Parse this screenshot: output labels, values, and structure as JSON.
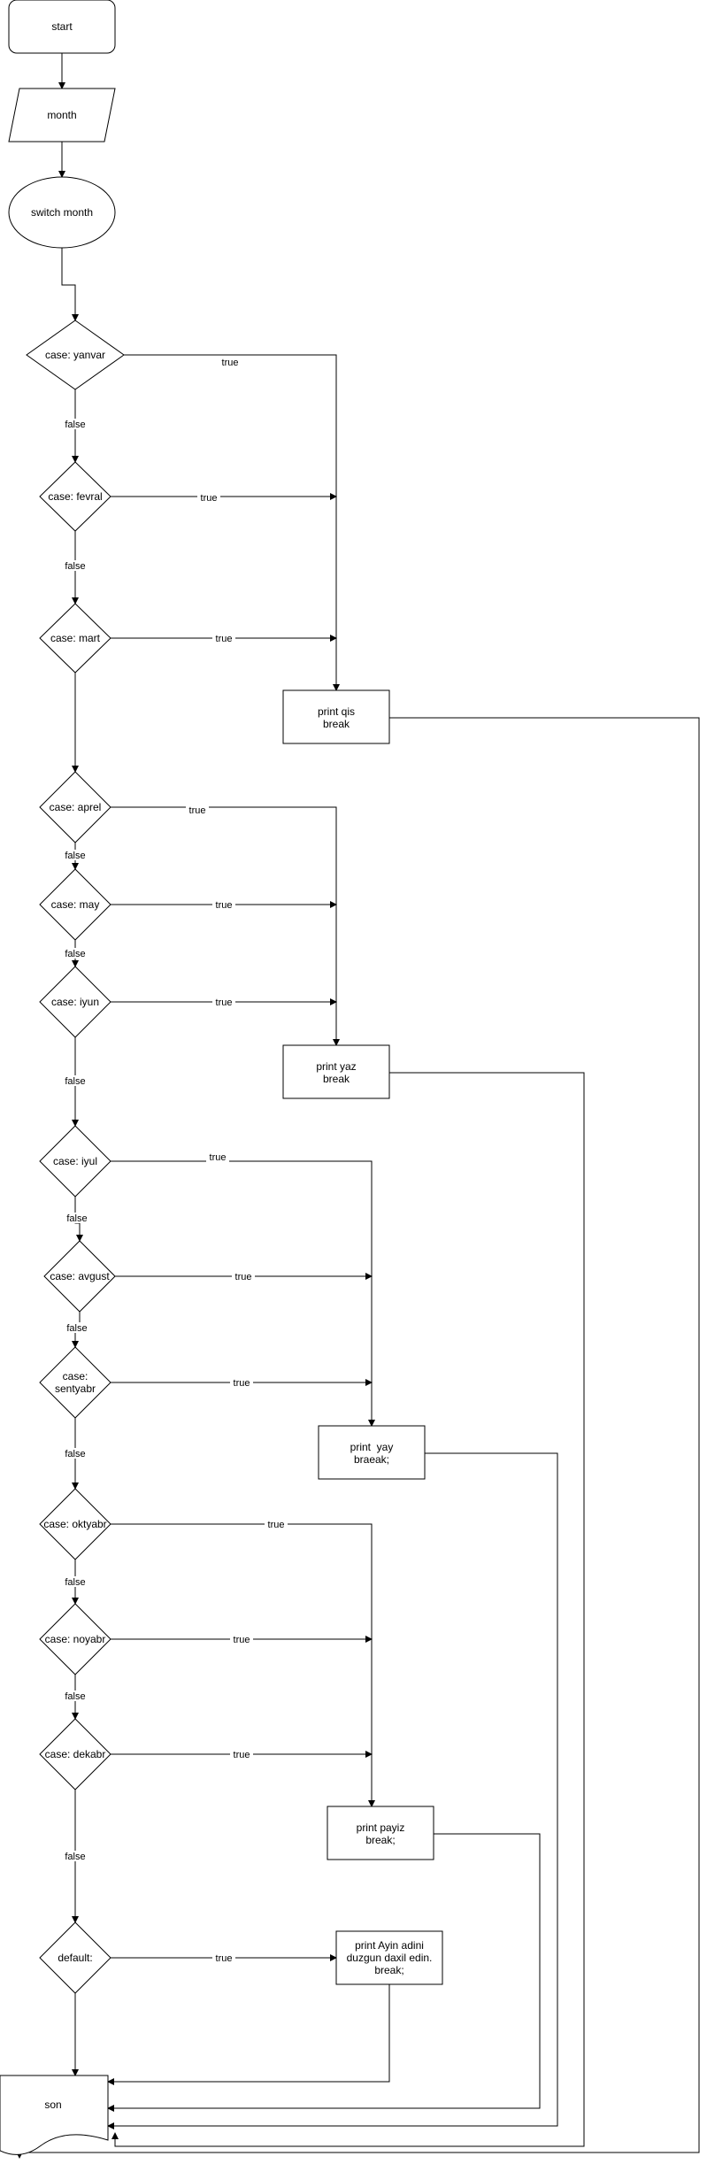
{
  "nodes": {
    "start": "start",
    "month": "month",
    "switch": "switch month",
    "yanvar": "case: yanvar",
    "fevral": "case: fevral",
    "mart": "case: mart",
    "print_qis": [
      "print qis",
      "break"
    ],
    "aprel": "case: aprel",
    "may": "case: may",
    "iyun": "case: iyun",
    "print_yaz": [
      "print yaz",
      "break"
    ],
    "iyul": "case: iyul",
    "avgust": "case: avgust",
    "sentyabr": [
      "case:",
      "sentyabr"
    ],
    "print_yay": [
      "print  yay",
      "braeak;"
    ],
    "oktyabr": "case: oktyabr",
    "noyabr": "case: noyabr",
    "dekabr": "case: dekabr",
    "print_payiz": [
      "print payiz",
      "break;"
    ],
    "default": "default:",
    "print_default": [
      "print Ayin adini",
      "duzgun daxil edin.",
      "break;"
    ],
    "son": "son"
  },
  "edge_labels": {
    "true_label": "true",
    "false_label": "false"
  }
}
